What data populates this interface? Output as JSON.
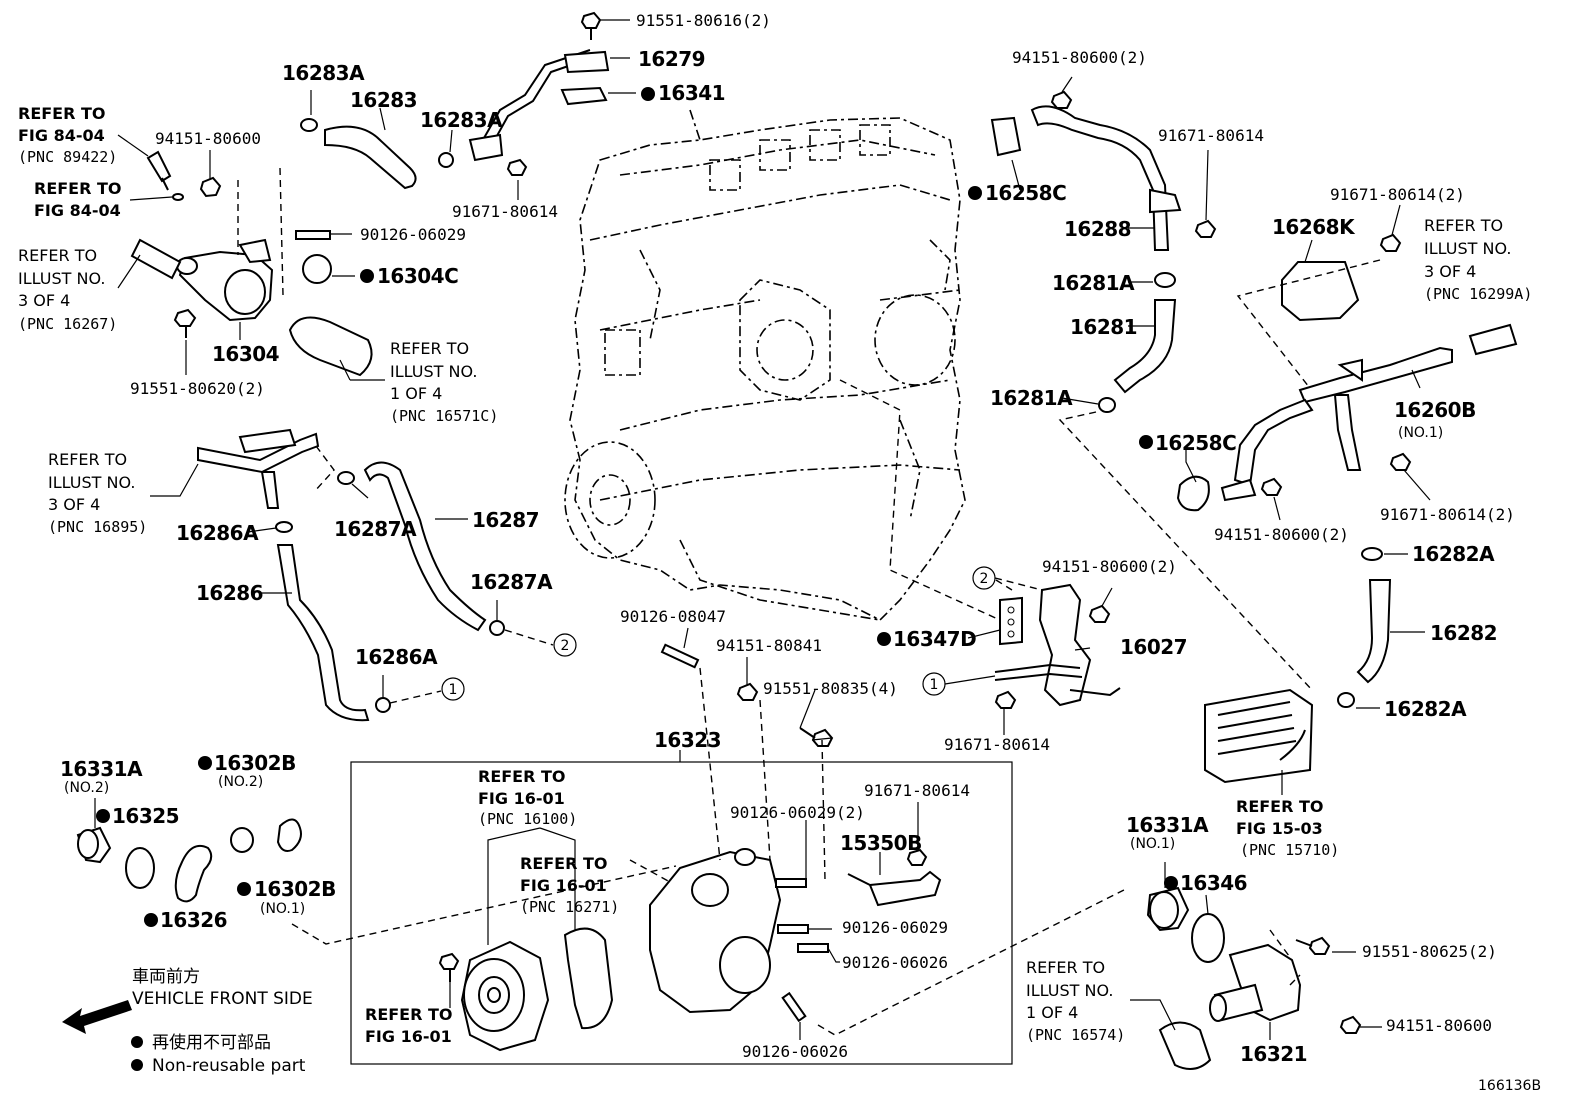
{
  "diagram_id": "166136B",
  "legend": {
    "front_jp": "車両前方",
    "front_en": "VEHICLE FRONT SIDE",
    "nonreuse_jp": "再使用不可部品",
    "nonreuse_en": "Non-reusable part"
  },
  "labels": {
    "l_91551_80616": "91551-80616(2)",
    "l_16279": "16279",
    "l_16341": "16341",
    "l_16283A_a": "16283A",
    "l_16283": "16283",
    "l_16283A_b": "16283A",
    "l_91671_80614_a": "91671-80614",
    "l_94151_80600_a": "94151-80600",
    "l_90126_06029_a": "90126-06029",
    "l_16304C": "16304C",
    "l_16304": "16304",
    "l_91551_80620": "91551-80620(2)",
    "l_16286A_a": "16286A",
    "l_16287A_a": "16287A",
    "l_16287": "16287",
    "l_16287A_b": "16287A",
    "l_16286": "16286",
    "l_16286A_b": "16286A",
    "l_16331A_no2": "16331A",
    "l_no2_a": "(NO.2)",
    "l_16325": "16325",
    "l_16302B_no2": "16302B",
    "l_no2_b": "(NO.2)",
    "l_16326": "16326",
    "l_16302B_no1": "16302B",
    "l_no1_a": "(NO.1)",
    "l_90126_08047": "90126-08047",
    "l_94151_80841": "94151-80841",
    "l_91551_80835": "91551-80835(4)",
    "l_16323": "16323",
    "l_90126_06029_2": "90126-06029(2)",
    "l_91671_80614_b": "91671-80614",
    "l_15350B": "15350B",
    "l_90126_06029_b": "90126-06029",
    "l_90126_06026_a": "90126-06026",
    "l_90126_06026_b": "90126-06026",
    "l_94151_80600_2_a": "94151-80600(2)",
    "l_16258C_a": "16258C",
    "l_91671_80614_c": "91671-80614",
    "l_16288": "16288",
    "l_16281A_a": "16281A",
    "l_16281": "16281",
    "l_16281A_b": "16281A",
    "l_16268K": "16268K",
    "l_91671_80614_2_a": "91671-80614(2)",
    "l_16260B": "16260B",
    "l_no1_b": "(NO.1)",
    "l_16258C_b": "16258C",
    "l_91671_80614_2_b": "91671-80614(2)",
    "l_94151_80600_2_b": "94151-80600(2)",
    "l_16282A_a": "16282A",
    "l_16282": "16282",
    "l_16282A_b": "16282A",
    "l_94151_80600_2_c": "94151-80600(2)",
    "l_16347D": "16347D",
    "l_16027": "16027",
    "l_91671_80614_d": "91671-80614",
    "l_16331A_no1": "16331A",
    "l_no1_c": "(NO.1)",
    "l_16346": "16346",
    "l_91551_80625": "91551-80625(2)",
    "l_94151_80600_b": "94151-80600",
    "l_16321": "16321"
  },
  "refs": {
    "r1": [
      "REFER TO",
      "FIG 84-04",
      "(PNC 89422)"
    ],
    "r2": [
      "REFER TO",
      "FIG 84-04"
    ],
    "r3": [
      "REFER TO",
      "ILLUST NO.",
      "3 OF 4",
      "(PNC 16267)"
    ],
    "r4": [
      "REFER TO",
      "ILLUST NO.",
      "1 OF 4",
      "(PNC 16571C)"
    ],
    "r5": [
      "REFER TO",
      "ILLUST NO.",
      "3 OF 4",
      "(PNC 16895)"
    ],
    "r6": [
      "REFER TO",
      "ILLUST NO.",
      "3 OF 4",
      "(PNC 16299A)"
    ],
    "r7": [
      "REFER TO",
      "FIG 15-03",
      "(PNC 15710)"
    ],
    "r8": [
      "REFER TO",
      "FIG 16-01",
      "(PNC 16100)"
    ],
    "r9": [
      "REFER TO",
      "FIG 16-01",
      "(PNC 16271)"
    ],
    "r10": [
      "REFER TO",
      "FIG 16-01"
    ],
    "r11": [
      "REFER TO",
      "ILLUST NO.",
      "1 OF 4",
      "(PNC 16574)"
    ]
  },
  "markers": [
    "1",
    "2"
  ],
  "colors": {
    "ink": "#000000",
    "paper": "#ffffff"
  }
}
